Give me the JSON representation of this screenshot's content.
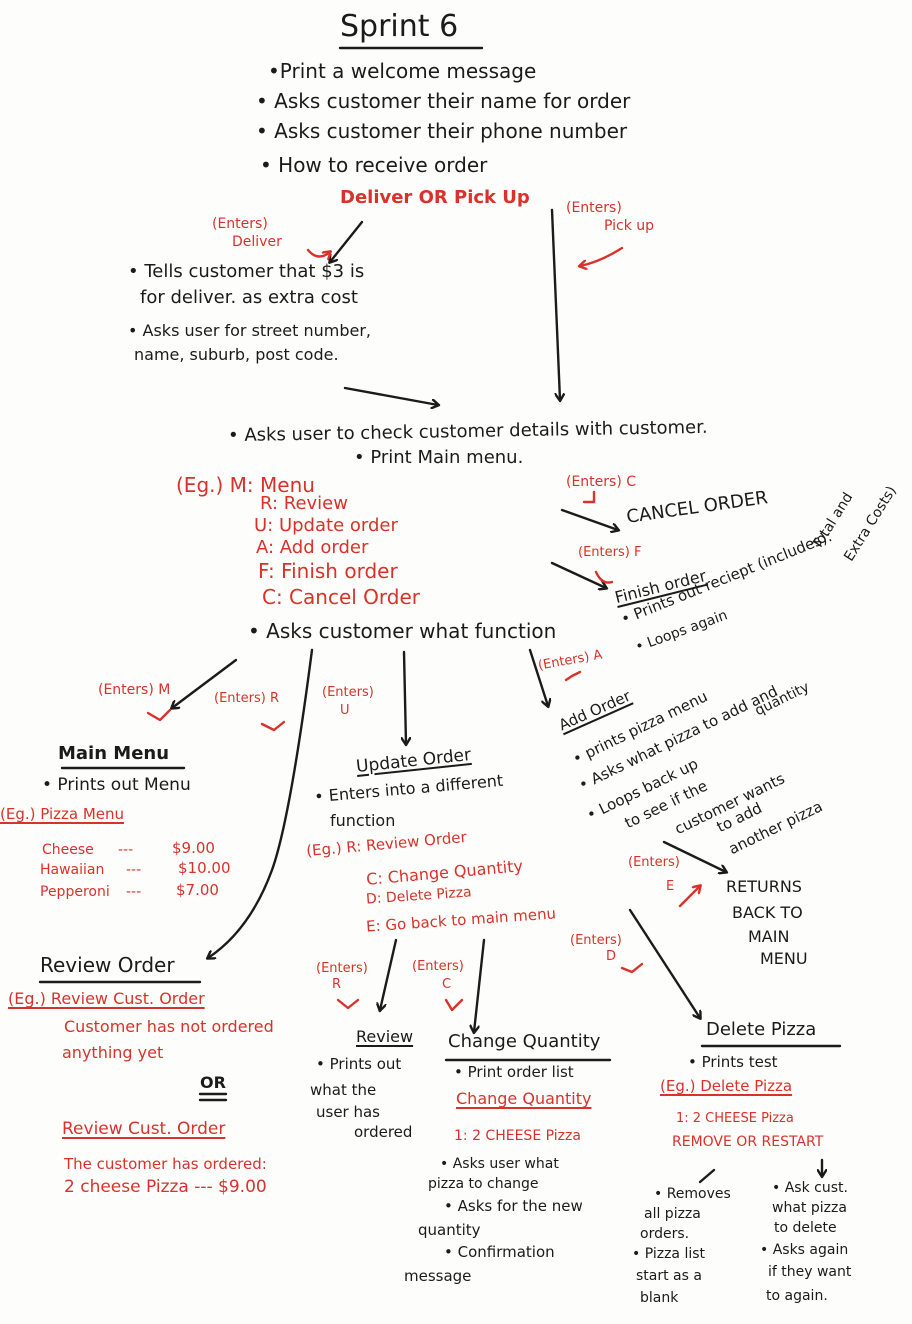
{
  "title": "Sprint 6",
  "intro": [
    "•Print a welcome message",
    "• Asks customer their name for order",
    "• Asks customer their phone number",
    "• How to receive order"
  ],
  "deliver_or_pickup": "Deliver OR Pick Up",
  "enters_deliver": [
    "(Enters)",
    "Deliver"
  ],
  "enters_pickup": [
    "(Enters)",
    "Pick up"
  ],
  "delivery_notes": [
    "• Tells customer that $3 is",
    "for deliver. as extra cost",
    "• Asks user for street number,",
    "name, suburb, post code."
  ],
  "check_details": "• Asks user to check customer details with customer.",
  "print_main_menu": "• Print Main menu.",
  "menu_options": [
    "(Eg.) M: Menu",
    "R: Review",
    "U: Update order",
    "A: Add order",
    "F: Finish order",
    "C: Cancel Order"
  ],
  "enters_c": "(Enters) C",
  "cancel_order": "CANCEL ORDER",
  "enters_f": "(Enters) F",
  "finish_order": {
    "title": "Finish order",
    "lines": [
      "• Prints out reciept (includes):",
      "• Loops again"
    ],
    "extra": [
      "Total and",
      "Extra Costs)"
    ]
  },
  "asks_function": "• Asks customer what function",
  "enters_m": "(Enters) M",
  "enters_r": "(Enters) R",
  "enters_u": [
    "(Enters)",
    "U"
  ],
  "enters_a": "(Enters) A",
  "main_menu": {
    "title": "Main Menu",
    "line": "• Prints out Menu",
    "example": "(Eg.) Pizza Menu",
    "items": [
      {
        "name": "Cheese",
        "dash": "---",
        "price": "$9.00"
      },
      {
        "name": "Hawaiian",
        "dash": "---",
        "price": "$10.00"
      },
      {
        "name": "Pepperoni",
        "dash": "---",
        "price": "$7.00"
      }
    ]
  },
  "update_order": {
    "title": "Update Order",
    "lines": [
      "• Enters into a different",
      "function"
    ],
    "options": [
      "(Eg.) R: Review Order",
      "C: Change Quantity",
      "D: Delete Pizza",
      "E: Go back to main menu"
    ]
  },
  "add_order": {
    "title": "Add Order",
    "lines": [
      "• prints pizza menu",
      "• Asks what pizza to add and",
      "quantity",
      "• Loops back up",
      "to see if the",
      "customer wants",
      "to add",
      "another pizza"
    ]
  },
  "enters_e": [
    "(Enters)",
    "E"
  ],
  "returns": [
    "RETURNS",
    "BACK TO",
    "MAIN",
    "MENU"
  ],
  "review_order": {
    "title": "Review Order",
    "example1": "(Eg.) Review Cust. Order",
    "empty_msg": [
      "Customer has not ordered",
      "anything yet"
    ],
    "or": "OR",
    "example2": "Review Cust. Order",
    "ordered_msg": "The customer has ordered:",
    "ordered_item": "2 cheese Pizza --- $9.00"
  },
  "enters_r2": [
    "(Enters)",
    "R"
  ],
  "enters_c2": [
    "(Enters)",
    "C"
  ],
  "enters_d": [
    "(Enters)",
    "D"
  ],
  "review": {
    "title": "Review",
    "lines": [
      "• Prints out",
      "what the",
      "user has",
      "ordered"
    ]
  },
  "change_quantity": {
    "title": "Change Quantity",
    "line1": "• Print order list",
    "example": "Change Quantity",
    "item": "1: 2 CHEESE Pizza",
    "lines": [
      "• Asks user what",
      "pizza to change",
      "• Asks for the new",
      "quantity",
      "• Confirmation",
      "message"
    ]
  },
  "delete_pizza": {
    "title": "Delete Pizza",
    "line1": "• Prints test",
    "example": "(Eg.) Delete Pizza",
    "item": "1: 2 CHEESE Pizza",
    "choice": "REMOVE OR RESTART",
    "remove": [
      "• Removes",
      "all pizza",
      "orders.",
      "• Pizza list",
      "start as a",
      "blank"
    ],
    "restart": [
      "• Ask cust.",
      "what pizza",
      "to delete",
      "• Asks again",
      "if they want",
      "to again."
    ]
  },
  "colors": {
    "ink": "#1b1b1b",
    "red": "#d8322b",
    "paper": "#fdfdfb"
  }
}
